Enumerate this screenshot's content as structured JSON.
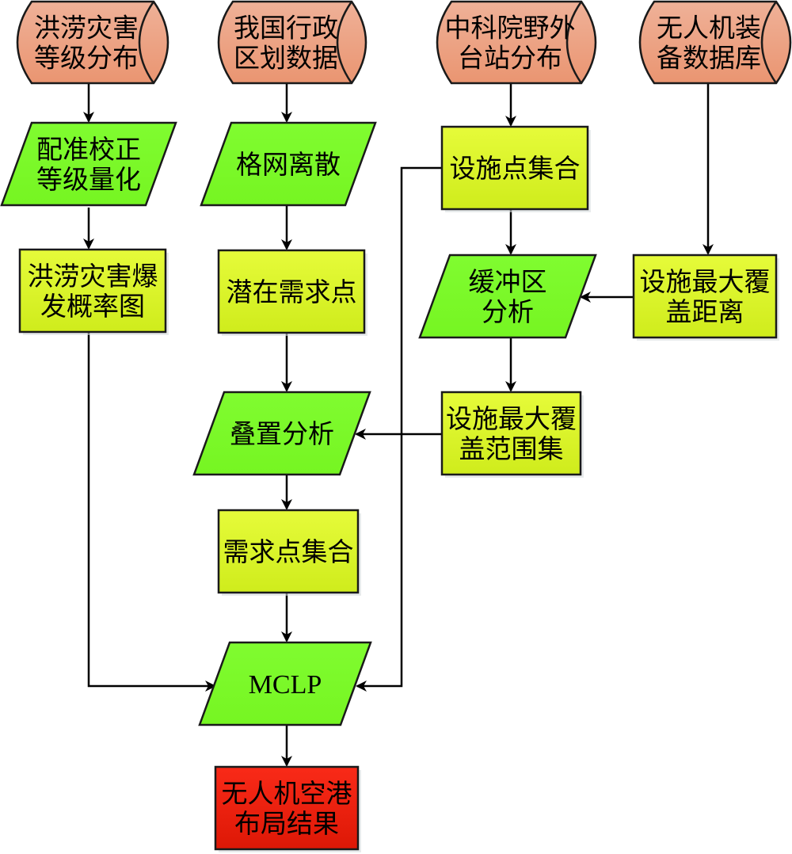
{
  "diagram": {
    "title": "",
    "colors": {
      "database": "#eda07f",
      "process": "#7dfb2a",
      "data": "#dcf42c",
      "result": "#f0180c"
    },
    "nodes": [
      {
        "id": "flood-distribution",
        "type": "database",
        "lines": [
          "洪涝灾害",
          "等级分布"
        ]
      },
      {
        "id": "admin-division",
        "type": "database",
        "lines": [
          "我国行政",
          "区划数据"
        ]
      },
      {
        "id": "cas-stations",
        "type": "database",
        "lines": [
          "中科院野外",
          "台站分布"
        ]
      },
      {
        "id": "uav-equipment-db",
        "type": "database",
        "lines": [
          "无人机装",
          "备数据库"
        ]
      },
      {
        "id": "registration-quantify",
        "type": "process",
        "lines": [
          "配准校正",
          "等级量化"
        ]
      },
      {
        "id": "grid-discrete",
        "type": "process",
        "lines": [
          "格网离散"
        ]
      },
      {
        "id": "facility-set",
        "type": "data",
        "lines": [
          "设施点集合"
        ]
      },
      {
        "id": "flood-probability-map",
        "type": "data",
        "lines": [
          "洪涝灾害爆",
          "发概率图"
        ]
      },
      {
        "id": "potential-demand",
        "type": "data",
        "lines": [
          "潜在需求点"
        ]
      },
      {
        "id": "buffer-analysis",
        "type": "process",
        "lines": [
          "缓冲区",
          "分析"
        ]
      },
      {
        "id": "max-cover-distance",
        "type": "data",
        "lines": [
          "设施最大覆",
          "盖距离"
        ]
      },
      {
        "id": "overlay-analysis",
        "type": "process",
        "lines": [
          "叠置分析"
        ]
      },
      {
        "id": "max-cover-set",
        "type": "data",
        "lines": [
          "设施最大覆",
          "盖范围集"
        ]
      },
      {
        "id": "demand-set",
        "type": "data",
        "lines": [
          "需求点集合"
        ]
      },
      {
        "id": "mclp",
        "type": "process",
        "lines": [
          "MCLP"
        ]
      },
      {
        "id": "uav-layout-result",
        "type": "result",
        "lines": [
          "无人机空港",
          "布局结果"
        ]
      }
    ],
    "edges": [
      {
        "from": "flood-distribution",
        "to": "registration-quantify"
      },
      {
        "from": "admin-division",
        "to": "grid-discrete"
      },
      {
        "from": "cas-stations",
        "to": "facility-set"
      },
      {
        "from": "uav-equipment-db",
        "to": "max-cover-distance"
      },
      {
        "from": "registration-quantify",
        "to": "flood-probability-map"
      },
      {
        "from": "grid-discrete",
        "to": "potential-demand"
      },
      {
        "from": "facility-set",
        "to": "buffer-analysis"
      },
      {
        "from": "max-cover-distance",
        "to": "buffer-analysis"
      },
      {
        "from": "buffer-analysis",
        "to": "max-cover-set"
      },
      {
        "from": "potential-demand",
        "to": "overlay-analysis"
      },
      {
        "from": "max-cover-set",
        "to": "overlay-analysis"
      },
      {
        "from": "overlay-analysis",
        "to": "demand-set"
      },
      {
        "from": "demand-set",
        "to": "mclp"
      },
      {
        "from": "flood-probability-map",
        "to": "mclp"
      },
      {
        "from": "facility-set",
        "to": "mclp"
      },
      {
        "from": "mclp",
        "to": "uav-layout-result"
      }
    ]
  }
}
